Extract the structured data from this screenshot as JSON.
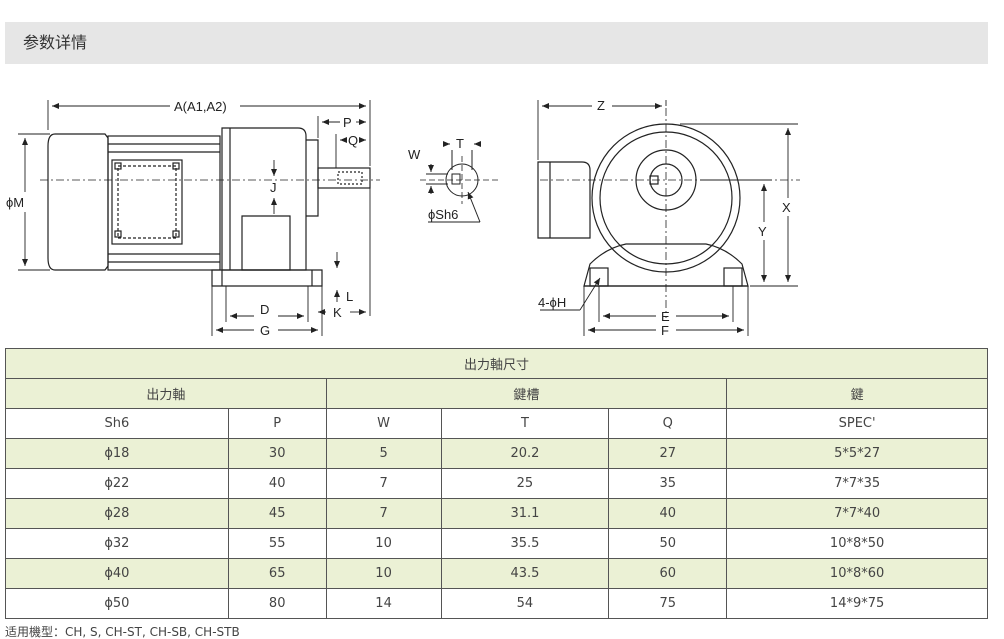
{
  "section": {
    "title": "参数详情"
  },
  "drawing": {
    "labels": {
      "A": "A(A1,A2)",
      "P": "P",
      "Q": "Q",
      "M": "ϕM",
      "J": "J",
      "L": "L",
      "K": "K",
      "D": "D",
      "G": "G",
      "W": "W",
      "T": "T",
      "Sh6": "ϕSh6",
      "Z": "Z",
      "X": "X",
      "Y": "Y",
      "H": "4-ϕH",
      "E": "E",
      "F": "F"
    }
  },
  "table": {
    "title": "出力軸尺寸",
    "groups": [
      "出力軸",
      "鍵槽",
      "鍵"
    ],
    "columns": [
      "Sh6",
      "P",
      "W",
      "T",
      "Q",
      "SPEC'"
    ],
    "rows": [
      [
        "ϕ18",
        "30",
        "5",
        "20.2",
        "27",
        "5*5*27"
      ],
      [
        "ϕ22",
        "40",
        "7",
        "25",
        "35",
        "7*7*35"
      ],
      [
        "ϕ28",
        "45",
        "7",
        "31.1",
        "40",
        "7*7*40"
      ],
      [
        "ϕ32",
        "55",
        "10",
        "35.5",
        "50",
        "10*8*50"
      ],
      [
        "ϕ40",
        "65",
        "10",
        "43.5",
        "60",
        "10*8*60"
      ],
      [
        "ϕ50",
        "80",
        "14",
        "54",
        "75",
        "14*9*75"
      ]
    ]
  },
  "footnote": "适用機型：CH, S, CH-ST, CH-SB, CH-STB"
}
